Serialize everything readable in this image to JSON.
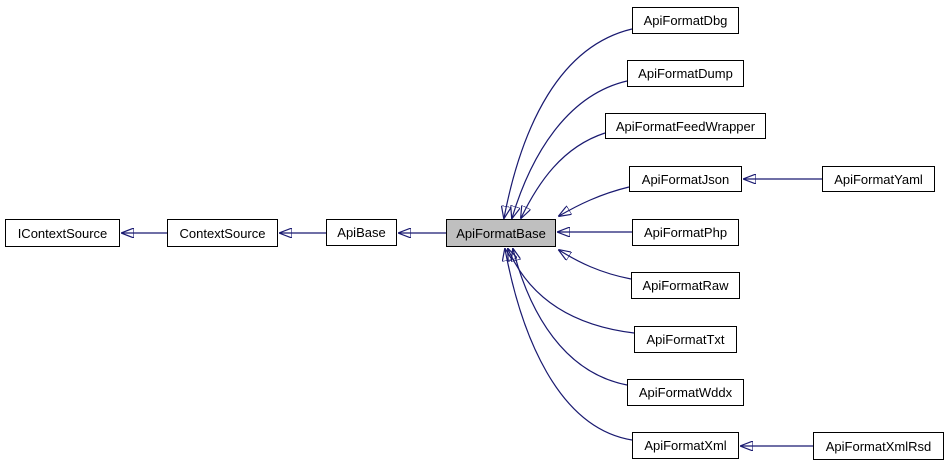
{
  "diagram": {
    "type": "class-inheritance-graph",
    "colors": {
      "edge": "#191970",
      "node_border": "#000000",
      "node_fill": "#ffffff",
      "highlight_fill": "#bfbfbf",
      "background": "#ffffff",
      "text": "#000000"
    },
    "nodes": {
      "IContextSource": {
        "label": "IContextSource",
        "highlighted": false
      },
      "ContextSource": {
        "label": "ContextSource",
        "highlighted": false
      },
      "ApiBase": {
        "label": "ApiBase",
        "highlighted": false
      },
      "ApiFormatBase": {
        "label": "ApiFormatBase",
        "highlighted": true
      },
      "ApiFormatDbg": {
        "label": "ApiFormatDbg",
        "highlighted": false
      },
      "ApiFormatDump": {
        "label": "ApiFormatDump",
        "highlighted": false
      },
      "ApiFormatFeedWrapper": {
        "label": "ApiFormatFeedWrapper",
        "highlighted": false
      },
      "ApiFormatJson": {
        "label": "ApiFormatJson",
        "highlighted": false
      },
      "ApiFormatPhp": {
        "label": "ApiFormatPhp",
        "highlighted": false
      },
      "ApiFormatRaw": {
        "label": "ApiFormatRaw",
        "highlighted": false
      },
      "ApiFormatTxt": {
        "label": "ApiFormatTxt",
        "highlighted": false
      },
      "ApiFormatWddx": {
        "label": "ApiFormatWddx",
        "highlighted": false
      },
      "ApiFormatXml": {
        "label": "ApiFormatXml",
        "highlighted": false
      },
      "ApiFormatYaml": {
        "label": "ApiFormatYaml",
        "highlighted": false
      },
      "ApiFormatXmlRsd": {
        "label": "ApiFormatXmlRsd",
        "highlighted": false
      }
    },
    "edges": [
      {
        "from": "ContextSource",
        "to": "IContextSource"
      },
      {
        "from": "ApiBase",
        "to": "ContextSource"
      },
      {
        "from": "ApiFormatBase",
        "to": "ApiBase"
      },
      {
        "from": "ApiFormatDbg",
        "to": "ApiFormatBase"
      },
      {
        "from": "ApiFormatDump",
        "to": "ApiFormatBase"
      },
      {
        "from": "ApiFormatFeedWrapper",
        "to": "ApiFormatBase"
      },
      {
        "from": "ApiFormatJson",
        "to": "ApiFormatBase"
      },
      {
        "from": "ApiFormatPhp",
        "to": "ApiFormatBase"
      },
      {
        "from": "ApiFormatRaw",
        "to": "ApiFormatBase"
      },
      {
        "from": "ApiFormatTxt",
        "to": "ApiFormatBase"
      },
      {
        "from": "ApiFormatWddx",
        "to": "ApiFormatBase"
      },
      {
        "from": "ApiFormatXml",
        "to": "ApiFormatBase"
      },
      {
        "from": "ApiFormatYaml",
        "to": "ApiFormatJson"
      },
      {
        "from": "ApiFormatXmlRsd",
        "to": "ApiFormatXml"
      }
    ]
  }
}
